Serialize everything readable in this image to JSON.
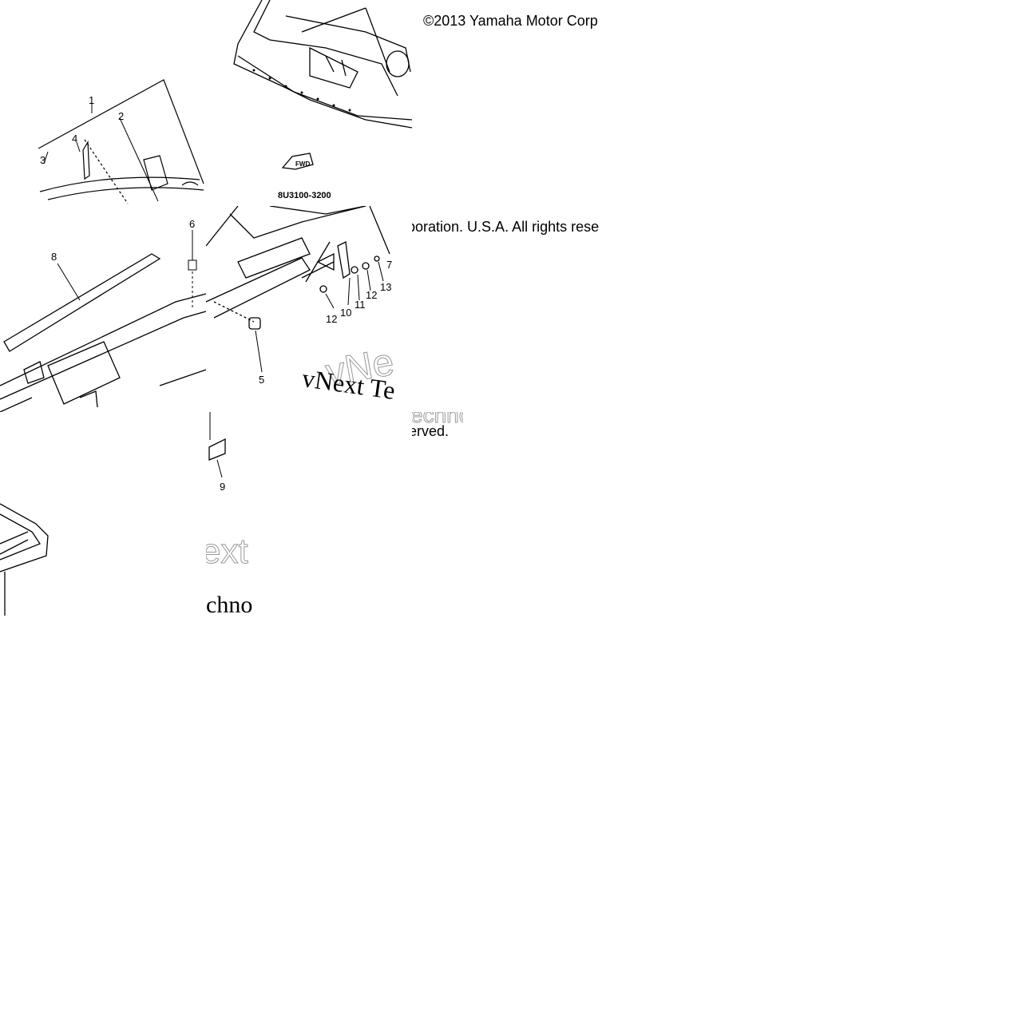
{
  "copyright": {
    "line1": "©2013 Yamaha Motor Corp",
    "line2": "poration. U.S.A. All rights rese",
    "line3": "erved."
  },
  "part_code": "8U3100-3200",
  "arrow_label": "FWD",
  "watermark": {
    "serif": "vNext Te",
    "outline_a": "vNe",
    "outline_b": "ext",
    "outline_c": "chno",
    "outline_d": "echno"
  },
  "callouts": [
    "1",
    "2",
    "3",
    "4",
    "5",
    "6",
    "7",
    "8",
    "9",
    "10",
    "11",
    "12",
    "12",
    "13"
  ]
}
